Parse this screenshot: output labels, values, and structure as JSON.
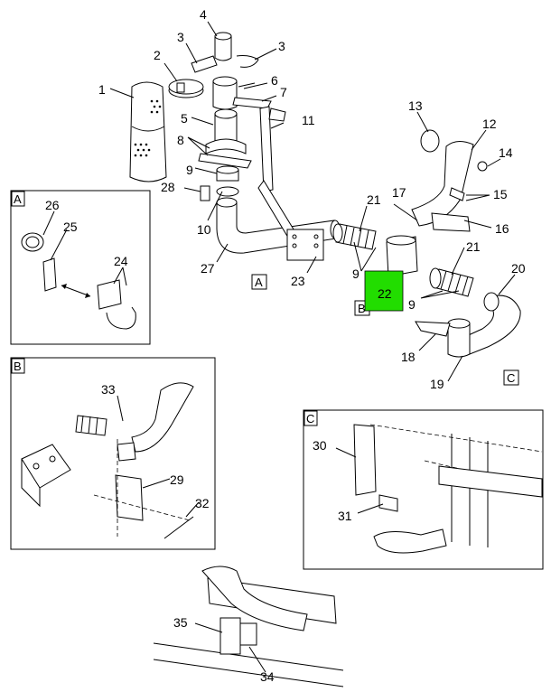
{
  "highlight_color": "#22dd00",
  "callouts": {
    "n1": "1",
    "n2": "2",
    "n3a": "3",
    "n3b": "3",
    "n4": "4",
    "n5": "5",
    "n6": "6",
    "n7": "7",
    "n8": "8",
    "n9a": "9",
    "n9b": "9",
    "n9c": "9",
    "n10": "10",
    "n11": "11",
    "n12": "12",
    "n13": "13",
    "n14": "14",
    "n15": "15",
    "n16": "16",
    "n17": "17",
    "n18": "18",
    "n19": "19",
    "n20": "20",
    "n21a": "21",
    "n21b": "21",
    "n22": "22",
    "n23": "23",
    "n24": "24",
    "n25": "25",
    "n26": "26",
    "n27": "27",
    "n28": "28",
    "n29": "29",
    "n30": "30",
    "n31": "31",
    "n32": "32",
    "n33": "33",
    "n34": "34",
    "n35": "35"
  },
  "views": {
    "a_box": "A",
    "a_ref": "A",
    "b_box": "B",
    "b_ref": "B",
    "c_box": "C",
    "c_ref": "C"
  }
}
